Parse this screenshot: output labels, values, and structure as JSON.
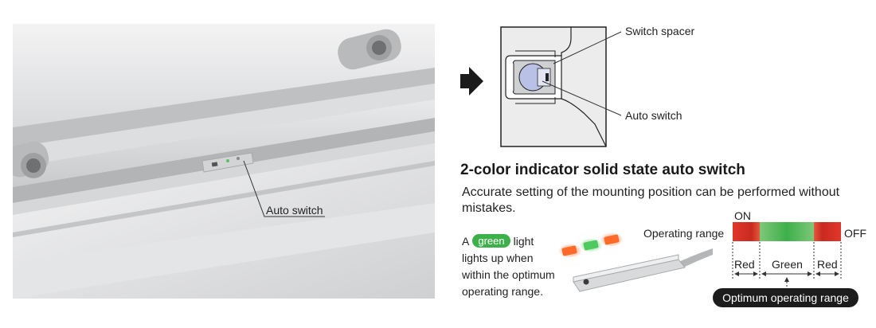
{
  "photo": {
    "callout": "Auto switch"
  },
  "section": {
    "diagram_labels": {
      "spacer": "Switch spacer",
      "switch": "Auto switch"
    },
    "heading": "2-color indicator solid state auto switch",
    "description": "Accurate setting of the mounting position can be performed without mistakes.",
    "note": {
      "line1_prefix": "A",
      "line1_highlight": "green",
      "line1_suffix": "light",
      "line2": "lights up when",
      "line3": "within the optimum",
      "line4": "operating range."
    },
    "indicator": {
      "operating_range_label": "Operating range",
      "on_label": "ON",
      "off_label": "OFF",
      "segments": [
        {
          "label": "Red",
          "color": "#e2362a"
        },
        {
          "label": "Green",
          "color": "#3fb54e"
        },
        {
          "label": "Red",
          "color": "#e2362a"
        }
      ],
      "optimum_label": "Optimum operating range"
    }
  }
}
